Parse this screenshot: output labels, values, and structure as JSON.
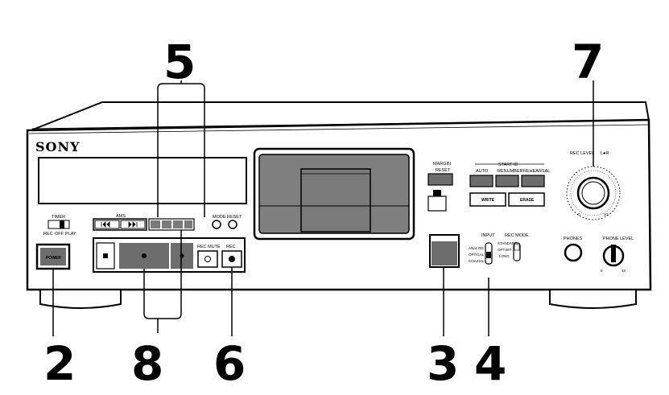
{
  "brand": "SONY",
  "callouts": [
    "5",
    "7",
    "2",
    "8",
    "6",
    "3",
    "4"
  ],
  "labels": {
    "timer": "TIMER",
    "timer_rec": "REC",
    "timer_off": "OFF",
    "timer_play": "PLAY",
    "ams": "AMS",
    "mode": "MODE",
    "reset": "RESET",
    "margin": "MARGIN",
    "margin_reset": "RESET",
    "start_id": "START ID",
    "auto": "AUTO",
    "renumber": "RENUMBER",
    "rehearsal": "REHEARSAL",
    "write": "WRITE",
    "erase": "ERASE",
    "rec_level": "REC LEVEL",
    "rec_level_lr": "L●R",
    "input": "INPUT",
    "rec_mode": "REC MODE",
    "input_analog": "ANALOG",
    "input_optical": "OPTICAL",
    "input_coaxial": "COAXIAL",
    "mode_standard": "STANDARD",
    "mode_optbitt": "OPT.BIT-",
    "mode_long": "LONG",
    "phones": "PHONES",
    "phone_level": "PHONE LEVEL",
    "power": "POWER",
    "rec_mute": "REC MUTE",
    "rec": "REC",
    "dial_min": "0",
    "dial_max": "10",
    "phone_min": "0",
    "phone_max": "10"
  }
}
